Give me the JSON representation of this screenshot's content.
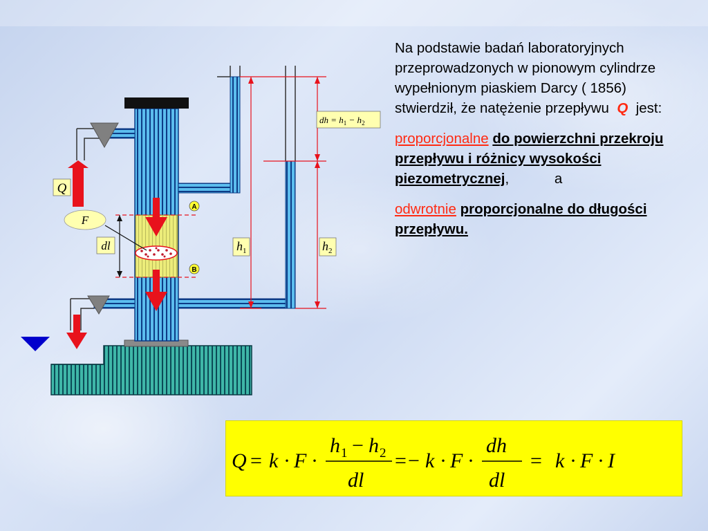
{
  "diagram": {
    "label_Q": "Q",
    "label_F": "F",
    "label_dl": "dl",
    "label_A": "A",
    "label_B": "B",
    "label_h1": "h",
    "label_h1_sub": "1",
    "label_h2": "h",
    "label_h2_sub": "2",
    "label_dh": "dh = h",
    "label_dh_sub1": "1",
    "label_dh_mid": " − h",
    "label_dh_sub2": "2"
  },
  "text": {
    "para1": "Na podstawie badań laboratoryjnych przeprowadzonych w pionowym cylindrze wypełnionym piaskiem Darcy ( 1856) stwierdził, że natężenie przepływu",
    "q_symbol": "Q",
    "para1_end": "jest:",
    "p2_red": "proporcjonalne",
    "p2_bold": "do powierzchni przekroju przepływu i różnicy wysokości piezometrycznej",
    "p2_comma": ",",
    "p2_a": "a",
    "p3_red": "odwrotnie",
    "p3_bold": "proporcjonalne do długości przepływu."
  },
  "formula": {
    "Q": "Q",
    "eq": "=",
    "k": "k",
    "dot": "·",
    "F": "F",
    "h": "h",
    "sub1": "1",
    "sub2": "2",
    "minus": "−",
    "dl": "dl",
    "dh": "dh",
    "I": "I"
  },
  "colors": {
    "water": "#55b8ea",
    "water_dark": "#0e3d8a",
    "sand": "#ecec7a",
    "arrow": "#e8121c",
    "valve": "#7f7f7f",
    "dimension": "#e8121c",
    "formula_bg": "#ffff00",
    "label_bg": "#ffffb0",
    "water_level_marker": "#0000cc"
  }
}
